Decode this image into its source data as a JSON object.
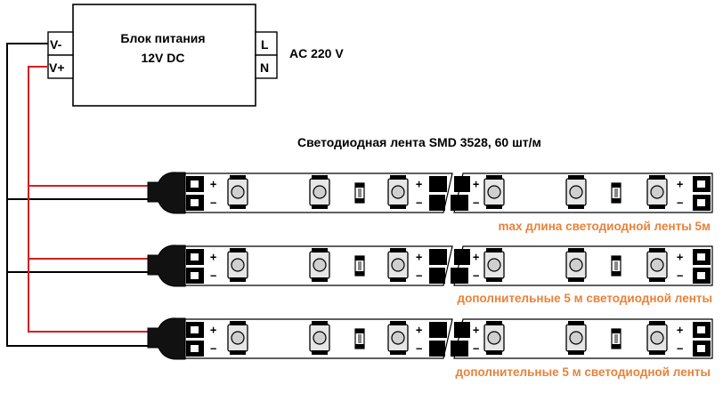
{
  "psu": {
    "title": "Блок питания",
    "voltage": "12V DC",
    "pin_neg": "V-",
    "pin_pos": "V+",
    "pin_l": "L",
    "pin_n": "N",
    "ac_label": "AC 220 V"
  },
  "strip_title": "Светодиодная лента SMD 3528, 60 шт/м",
  "strips": [
    {
      "caption": "max длина светодиодной ленты 5м"
    },
    {
      "caption": "дополнительные 5 м светодиодной ленты"
    },
    {
      "caption": "дополнительные 5 м светодиодной ленты"
    }
  ],
  "pads": {
    "plus": "+",
    "minus": "−"
  },
  "colors": {
    "positive_wire": "#d32020",
    "negative_wire": "#000000",
    "caption": "#e8823a"
  }
}
